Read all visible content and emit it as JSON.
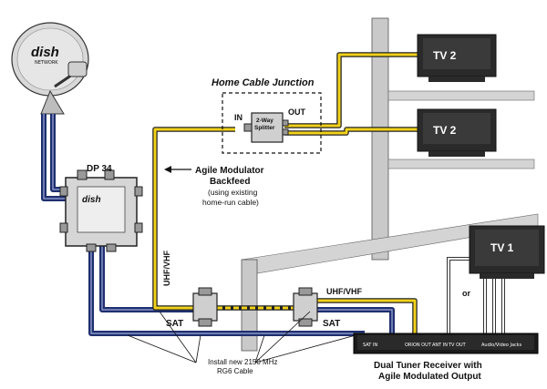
{
  "dish_logo": "dish",
  "dish_sub": "NETWORK",
  "switch_label": "DP 34",
  "switch_brand": "dish",
  "junction_title": "Home Cable Junction",
  "splitter_line1": "2-Way",
  "splitter_line2": "Splitter",
  "port_in": "IN",
  "port_out": "OUT",
  "tv2_top": "TV 2",
  "tv2_bottom": "TV 2",
  "tv1": "TV 1",
  "agile_line1": "Agile Modulator",
  "agile_line2": "Backfeed",
  "agile_line3": "(using existing",
  "agile_line4": "home-run cable)",
  "uhf_vertical": "UHF/VHF",
  "uhf_horizontal": "UHF/VHF",
  "sat_left": "SAT",
  "sat_right": "SAT",
  "or_label": "or",
  "install_line1": "Install new 2150 MHz",
  "install_line2": "RG6 Cable",
  "receiver_line1": "Dual Tuner Receiver with",
  "receiver_line2": "Agile Modulated Output",
  "rcv_port1": "SAT IN",
  "rcv_port2": "ORION OUT",
  "rcv_port3": "ANT IN",
  "rcv_port4": "TV OUT",
  "rcv_port5": "Audio/Video Jacks",
  "colors": {
    "sat_cable": "#1f2f6e",
    "uhf_cable": "#f2d21a",
    "wall": "#c8c8c8",
    "device": "#1a1a1a"
  }
}
